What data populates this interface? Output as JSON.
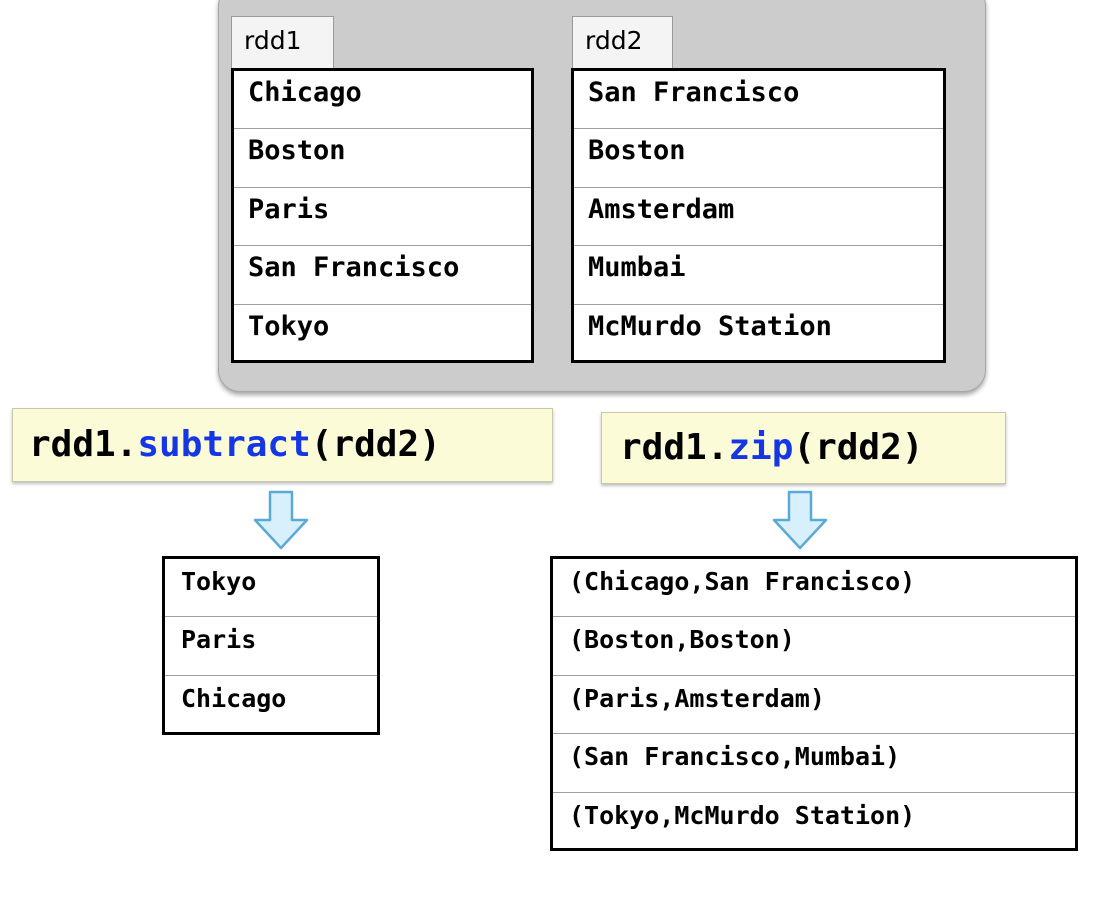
{
  "rdd1": {
    "tab_label": "rdd1",
    "items": [
      "Chicago",
      "Boston",
      "Paris",
      "San Francisco",
      "Tokyo"
    ]
  },
  "rdd2": {
    "tab_label": "rdd2",
    "items": [
      "San Francisco",
      "Boston",
      "Amsterdam",
      "Mumbai",
      "McMurdo Station"
    ]
  },
  "subtract_op": {
    "prefix": "rdd1.",
    "method": "subtract",
    "args": "(rdd2)",
    "result": [
      "Tokyo",
      "Paris",
      "Chicago"
    ]
  },
  "zip_op": {
    "prefix": "rdd1.",
    "method": "zip",
    "args": "(rdd2)",
    "result": [
      "(Chicago,San Francisco)",
      "(Boston,Boston)",
      "(Paris,Amsterdam)",
      "(San Francisco,Mumbai)",
      "(Tokyo,McMurdo Station)"
    ]
  },
  "colors": {
    "method_highlight": "#1536e4",
    "code_background": "#fbfbd8",
    "panel_background": "#cccccc",
    "arrow_fill": "#d8f0fb",
    "arrow_stroke": "#5aa9d6"
  }
}
